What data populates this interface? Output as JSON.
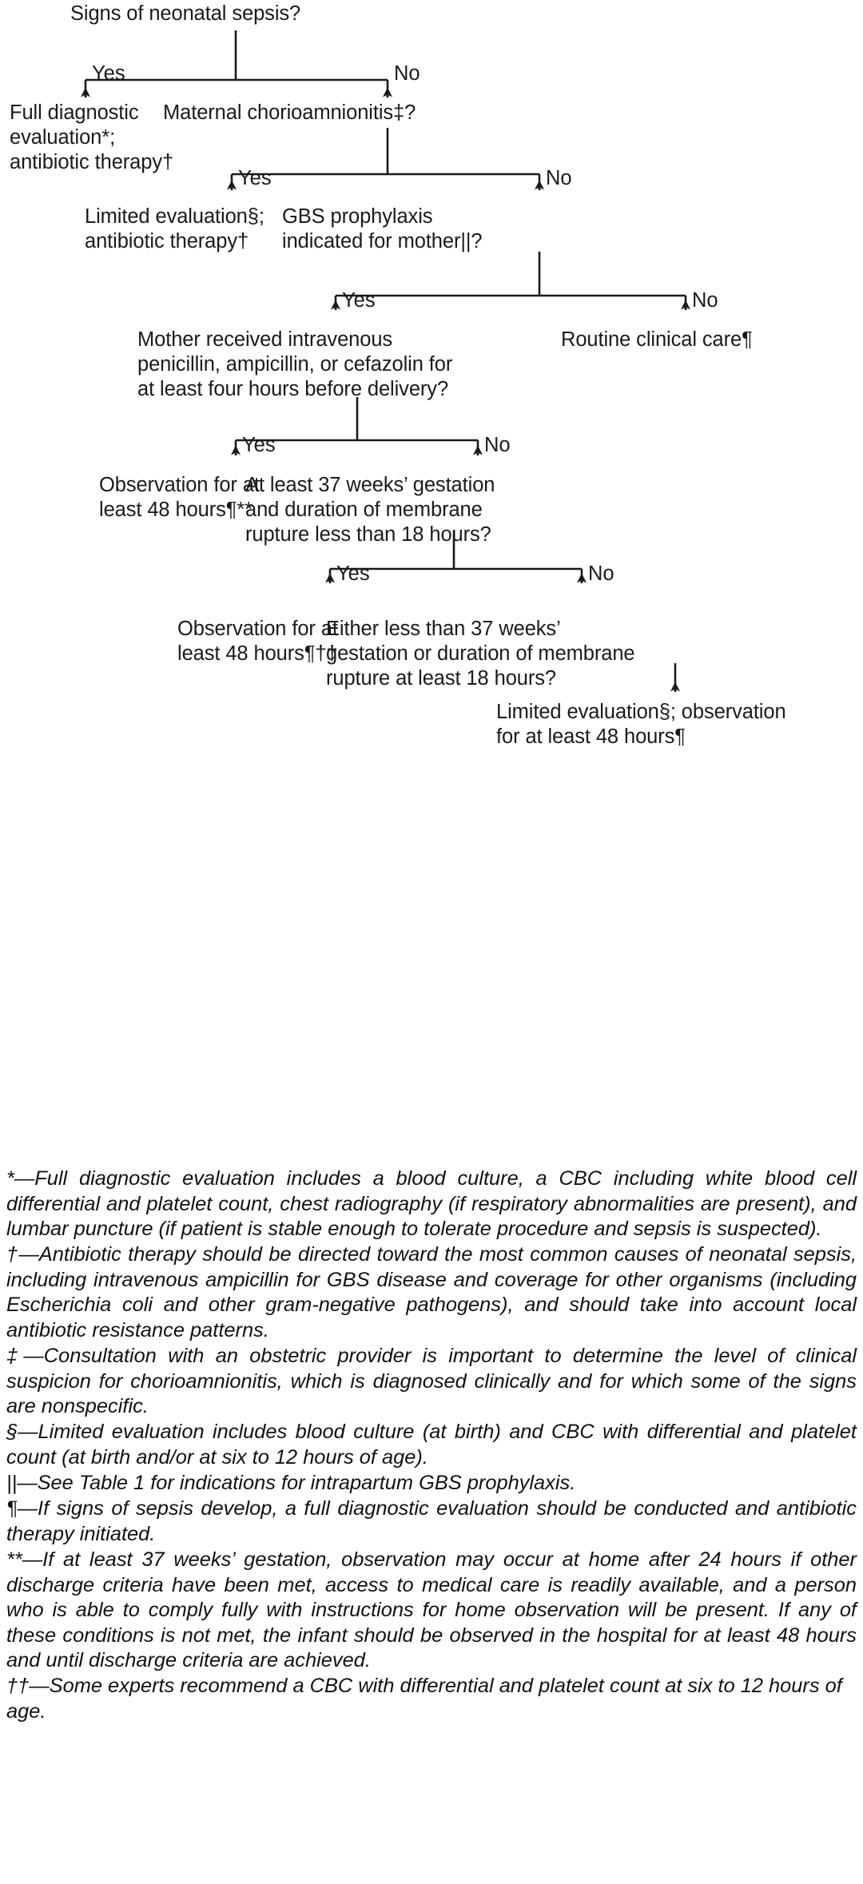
{
  "figure": {
    "type": "clinical-decision-flowchart",
    "title": "Signs of neonatal sepsis?"
  },
  "nodes": {
    "root": "Signs of neonatal sepsis?",
    "full_eval": "Full diagnostic\nevaluation*;\nantibiotic therapy†",
    "chorio": "Maternal chorioamnionitis‡?",
    "limited_eval": "Limited evaluation§;\nantibiotic therapy†",
    "gbs": "GBS prophylaxis\nindicated for mother||?",
    "mother_abx": "Mother received intravenous\npenicillin, ampicillin, or cefazolin for\nat least four hours before delivery?",
    "routine": "Routine clinical care¶",
    "obs48_a": "Observation for at\nleast 48 hours¶**",
    "gest37": "At least 37 weeks’ gestation\nand duration of membrane\nrupture less than 18 hours?",
    "obs48_b": "Observation for at\nleast 48 hours¶††",
    "either_less": "Either less than 37 weeks’\ngestation or duration of membrane\nrupture at least 18 hours?",
    "limited_obs": "Limited evaluation§; observation\nfor at least 48 hours¶"
  },
  "edge_labels": {
    "root_yes": "Yes",
    "root_no": "No",
    "chorio_yes": "Yes",
    "chorio_no": "No",
    "gbs_yes": "Yes",
    "gbs_no": "No",
    "abx_yes": "Yes",
    "abx_no": "No",
    "gest_yes": "Yes",
    "gest_no": "No"
  },
  "footnotes": [
    "*—Full diagnostic evaluation includes a blood culture, a CBC including white blood cell differential and platelet count, chest radiography (if respiratory abnormalities are present), and lumbar puncture (if patient is stable enough to tolerate procedure and sepsis is suspected).",
    "†—Antibiotic therapy should be directed toward the most common causes of neonatal sepsis, including intravenous ampicillin for GBS disease and coverage for other organisms (including Escherichia coli and other gram-negative pathogens), and should take into account local antibiotic resistance patterns.",
    "‡—Consultation with an obstetric provider is important to determine the level of clinical suspicion for chorioamnionitis, which is diagnosed clinically and for which some of the signs are nonspecific.",
    "§—Limited evaluation includes blood culture (at birth) and CBC with differential and platelet count (at birth and/or at six to 12 hours of age).",
    "||—See Table 1 for indications for intrapartum GBS prophylaxis.",
    "¶—If signs of sepsis develop, a full diagnostic evaluation should be conducted and antibiotic therapy initiated.",
    "**—If at least 37 weeks’ gestation, observation may occur at home after 24 hours if other discharge criteria have been met, access to medical care is readily available, and a person who is able to comply fully with instructions for home observation will be present. If any of these conditions is not met, the infant should be observed in the hospital for at least 48 hours and until discharge criteria are achieved.",
    "††—Some experts recommend a CBC with differential and platelet count at six to 12 hours of age."
  ],
  "colors": {
    "ink": "#1a1a1a",
    "background": "#ffffff"
  }
}
